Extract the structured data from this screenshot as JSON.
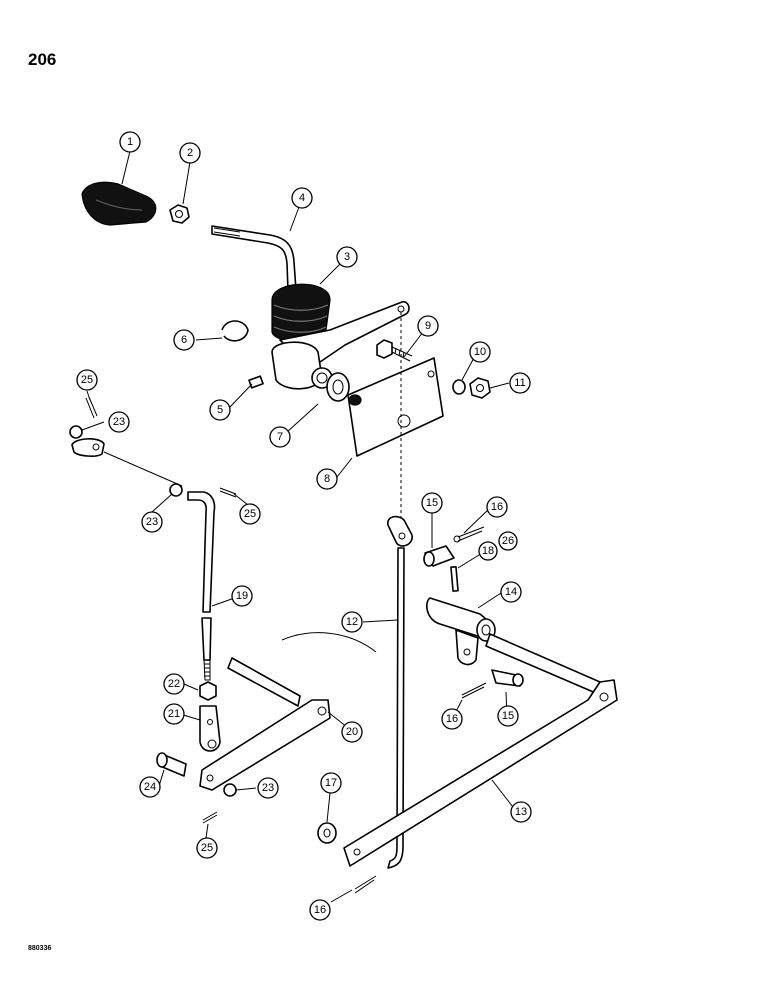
{
  "page_number": "206",
  "figure_code": "880336",
  "callouts": [
    {
      "label": "1"
    },
    {
      "label": "2"
    },
    {
      "label": "3"
    },
    {
      "label": "4"
    },
    {
      "label": "5"
    },
    {
      "label": "6"
    },
    {
      "label": "7"
    },
    {
      "label": "8"
    },
    {
      "label": "9"
    },
    {
      "label": "10"
    },
    {
      "label": "11"
    },
    {
      "label": "12"
    },
    {
      "label": "13"
    },
    {
      "label": "14"
    },
    {
      "label": "15"
    },
    {
      "label": "15"
    },
    {
      "label": "16"
    },
    {
      "label": "16"
    },
    {
      "label": "16"
    },
    {
      "label": "17"
    },
    {
      "label": "18"
    },
    {
      "label": "26"
    },
    {
      "label": "19"
    },
    {
      "label": "20"
    },
    {
      "label": "21"
    },
    {
      "label": "22"
    },
    {
      "label": "23"
    },
    {
      "label": "23"
    },
    {
      "label": "23"
    },
    {
      "label": "24"
    },
    {
      "label": "25"
    },
    {
      "label": "25"
    },
    {
      "label": "25"
    }
  ]
}
